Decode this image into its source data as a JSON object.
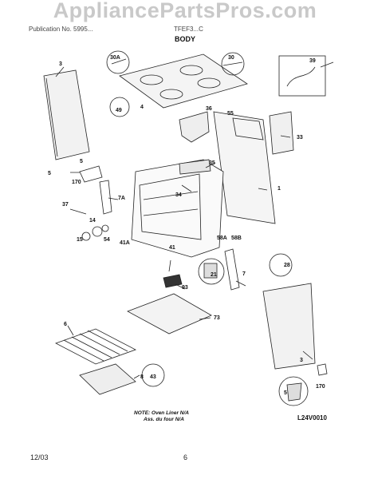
{
  "header": {
    "watermark": "AppliancePartsPros.com",
    "left": "Publication No. 5995...",
    "right": "TFEF3...C",
    "title": "BODY"
  },
  "callouts": [
    "3",
    "30A",
    "30",
    "39",
    "4",
    "49",
    "36",
    "55",
    "33",
    "35",
    "1",
    "5",
    "5",
    "170",
    "7A",
    "37",
    "14",
    "15",
    "54",
    "34",
    "58A",
    "58B",
    "41A",
    "41",
    "21",
    "7",
    "28",
    "93",
    "73",
    "6",
    "8",
    "43",
    "3",
    "5",
    "170"
  ],
  "note": {
    "line1": "NOTE: Oven Liner N/A",
    "line2": "Ass. du four N/A"
  },
  "diagram_code": "L24V0010",
  "footer": {
    "date": "12/03",
    "page": "6"
  }
}
